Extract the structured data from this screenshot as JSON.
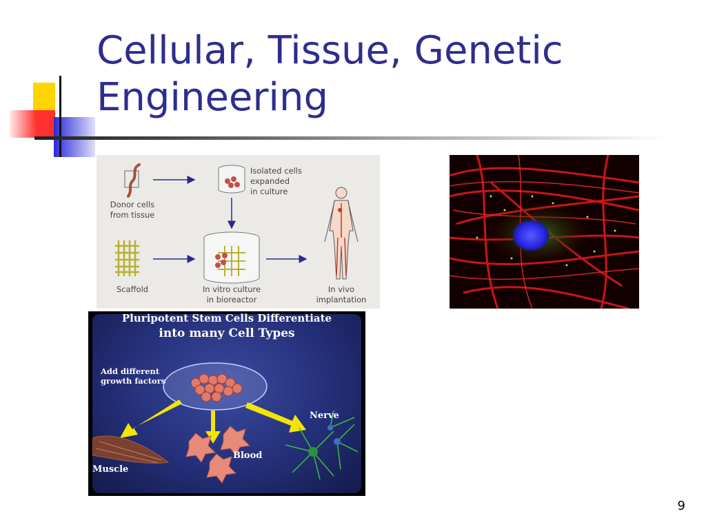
{
  "slide": {
    "title_line1": "Cellular, Tissue, Genetic",
    "title_line2": "Engineering",
    "page_number": "9"
  },
  "figure_tissue": {
    "donor_line1": "Donor cells",
    "donor_line2": "from tissue",
    "isolated_line1": "Isolated cells",
    "isolated_line2": "expanded",
    "isolated_line3": "in culture",
    "scaffold": "Scaffold",
    "invitro_line1": "In vitro culture",
    "invitro_line2": "in bioreactor",
    "invivo_line1": "In vivo",
    "invivo_line2": "implantation"
  },
  "figure_stem": {
    "title_line1": "Pluripotent Stem Cells Differentiate",
    "title_line2": "into many Cell Types",
    "growth_line1": "Add different",
    "growth_line2": "growth factors",
    "nerve": "Nerve",
    "blood": "Blood",
    "muscle": "Muscle"
  }
}
